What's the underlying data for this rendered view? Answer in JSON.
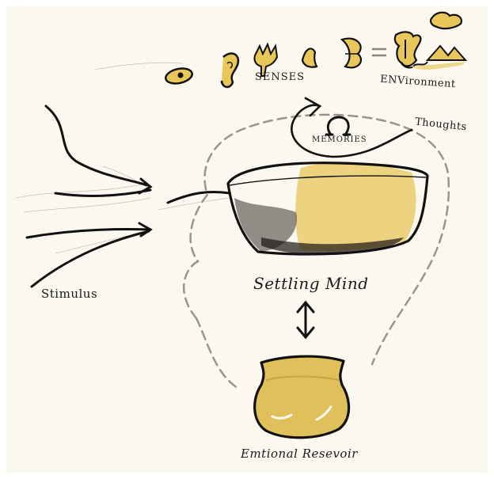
{
  "labels": {
    "senses": "SENSES",
    "environment": "ENVironment",
    "thoughts": "Thoughts",
    "memories": "MEMORIES",
    "mind": "Settling Mind",
    "stimulus": "Stimulus",
    "reservoir": "Emtional Resevoir"
  },
  "colors": {
    "ink": "#111111",
    "ochre": "#e8c65a",
    "ochre_dark": "#c9a440",
    "paper": "#fbf8ef",
    "pencil": "#b8b3aa",
    "dash": "#9a958c"
  },
  "icons": [
    "eye-icon",
    "ear-icon",
    "hand-icon",
    "nose-icon",
    "mouth-icon",
    "equals-icon",
    "environment-icon",
    "cloud-icon"
  ]
}
